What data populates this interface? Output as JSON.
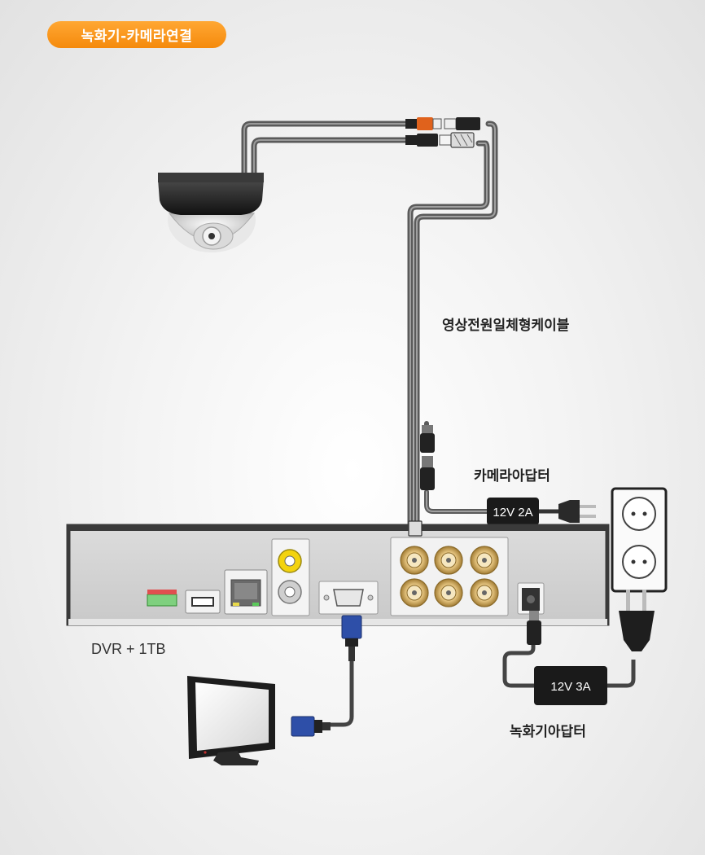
{
  "title": "녹화기-카메라연결",
  "labels": {
    "cable": "영상전원일체형케이블",
    "camera_adapter": "카메라아답터",
    "dvr": "DVR + 1TB",
    "dvr_adapter": "녹화기아답터"
  },
  "adapters": {
    "camera_rating": "12V 2A",
    "dvr_rating": "12V 3A"
  },
  "colors": {
    "accent": "#f58a0c",
    "cable": "#555555",
    "bnc_gold": "#c9a45a"
  }
}
